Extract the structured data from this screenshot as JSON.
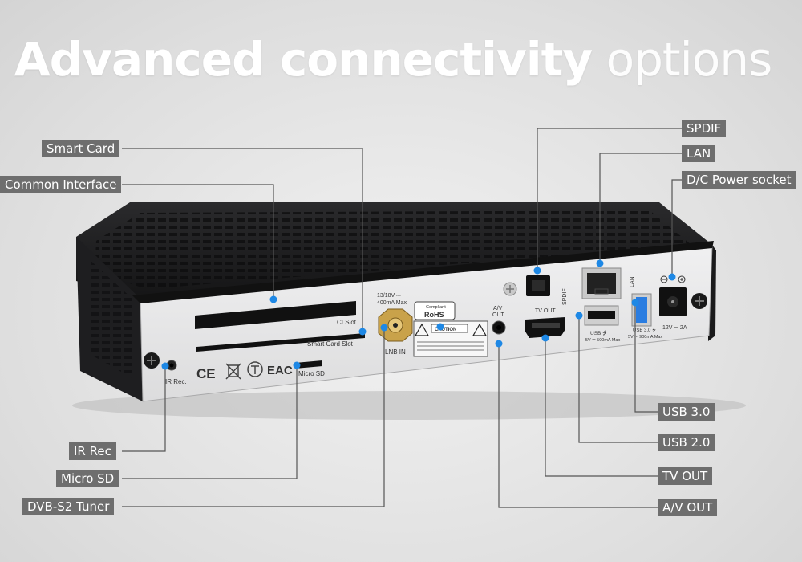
{
  "headline": {
    "bold": "Advanced connectivity",
    "light": "options"
  },
  "labels": {
    "smart_card": "Smart Card",
    "common_interface": "Common Interface",
    "ir_rec": "IR Rec",
    "micro_sd": "Micro SD",
    "dvb_s2_tuner": "DVB-S2 Tuner",
    "spdif": "SPDIF",
    "lan": "LAN",
    "dc_power_socket": "D/C Power socket",
    "usb_3": "USB 3.0",
    "usb_2": "USB 2.0",
    "tv_out": "TV OUT",
    "av_out": "A/V OUT"
  },
  "panel_text": {
    "ci_slot": "CI Slot",
    "smart_card_slot": "Smart Card Slot",
    "ir_rec": "IR Rec.",
    "micro_sd": "Micro SD",
    "lnb_in": "LNB IN",
    "lnb_spec_1": "13/18V ⎓",
    "lnb_spec_2": "400mA Max",
    "rohs_compliant": "Compliant",
    "rohs": "RoHS",
    "caution": "CAUTION",
    "av_out_1": "A/V",
    "av_out_2": "OUT",
    "tv_out": "TV OUT",
    "spdif": "SPDIF",
    "lan": "LAN",
    "usb2": "USB ⭍",
    "usb2_spec": "5V ⎓ 500mA Max",
    "usb3": "USB 3.0 ⭍",
    "usb3_spec": "5V ⎓ 900mA Max",
    "power_spec": "12V ⎓ 2A",
    "ce": "CE",
    "eac": "EAC"
  },
  "colors": {
    "label_bg": "#6e6e6e",
    "lines": "#555555",
    "dot": "#1e88e5",
    "case": "#1c1c1e",
    "panel": "#e9e9ea",
    "usb3_blue": "#2a7de1"
  }
}
